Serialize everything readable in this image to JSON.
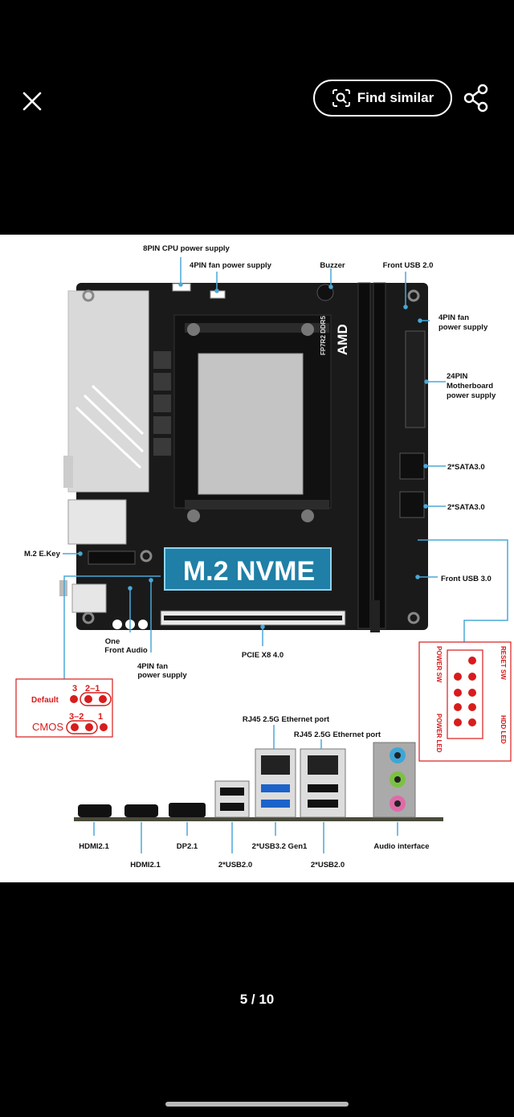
{
  "topbar": {
    "find_similar_label": "Find similar"
  },
  "labels": {
    "cpu_power": "8PIN CPU power supply",
    "fan_power_top": "4PIN fan power supply",
    "buzzer": "Buzzer",
    "front_usb2": "Front USB 2.0",
    "fan_power_right_1": "4PIN fan",
    "fan_power_right_2": "power supply",
    "mb_power_1": "24PIN",
    "mb_power_2": "Motherboard",
    "mb_power_3": "power supply",
    "sata_1": "2*SATA3.0",
    "sata_2": "2*SATA3.0",
    "m2_ekey": "M.2 E.Key",
    "front_usb3": "Front USB 3.0",
    "front_audio_1": "One",
    "front_audio_2": "Front Audio",
    "fan_power_bottom_1": "4PIN fan",
    "fan_power_bottom_2": "power supply",
    "pcie": "PCIE X8 4.0",
    "m2_nvme": "M.2 NVME",
    "amd_logo": "AMD",
    "socket_text": "FP7R2 DDR5",
    "jumper_num_3": "3",
    "jumper_num_2_1": "2–1",
    "jumper_default": "Default",
    "jumper_num_3_2": "3–2",
    "jumper_num_1": "1",
    "jumper_cmos": "CMOS",
    "panel_reset_sw": "RESET SW",
    "panel_hdd_led": "HDD LED",
    "panel_power_sw": "POWER SW",
    "panel_power_led": "POWER LED",
    "rj45_1": "RJ45 2.5G Ethernet port",
    "rj45_2": "RJ45 2.5G Ethernet port",
    "hdmi_1": "HDMI2.1",
    "hdmi_2": "HDMI2.1",
    "dp": "DP2.1",
    "usb20_1": "2*USB2.0",
    "usb32": "2*USB3.2 Gen1",
    "usb20_2": "2*USB2.0",
    "audio": "Audio interface"
  },
  "pager": {
    "current": 5,
    "total": 10,
    "text": "5 / 10"
  },
  "colors": {
    "accent": "#4aa8d8",
    "highlight_red": "#d81c1c",
    "nvme_bg": "#1f7fa6"
  }
}
